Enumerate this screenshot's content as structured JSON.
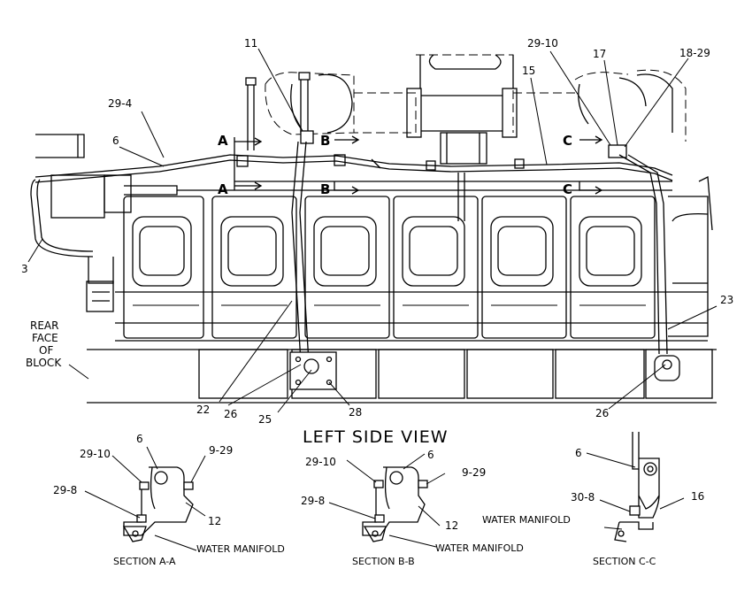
{
  "diagram": {
    "title": "LEFT SIDE VIEW",
    "rear_face_label": [
      "REAR",
      "FACE",
      "OF",
      "BLOCK"
    ],
    "callouts": {
      "c11": "11",
      "c29_10_top": "29-10",
      "c17": "17",
      "c18_29": "18-29",
      "c15": "15",
      "c29_4": "29-4",
      "c6_top": "6",
      "c3": "3",
      "c23": "23",
      "c22": "22",
      "c26_left": "26",
      "c25": "25",
      "c28": "28",
      "c26_right": "26"
    },
    "section_markers": {
      "a_top": "A",
      "a_bottom": "A",
      "b_top": "B",
      "b_bottom": "B",
      "c_top": "C",
      "c_bottom": "C"
    },
    "sections": {
      "aa": {
        "title": "SECTION A-A",
        "water_manifold": "WATER MANIFOLD",
        "c6": "6",
        "c29_10": "29-10",
        "c9_29": "9-29",
        "c29_8": "29-8",
        "c12": "12"
      },
      "bb": {
        "title": "SECTION B-B",
        "water_manifold": "WATER MANIFOLD",
        "c6": "6",
        "c29_10": "29-10",
        "c9_29": "9-29",
        "c29_8": "29-8",
        "c12": "12"
      },
      "cc": {
        "title": "SECTION C-C",
        "water_manifold": "WATER MANIFOLD",
        "c6": "6",
        "c30_8": "30-8",
        "c16": "16"
      }
    }
  }
}
